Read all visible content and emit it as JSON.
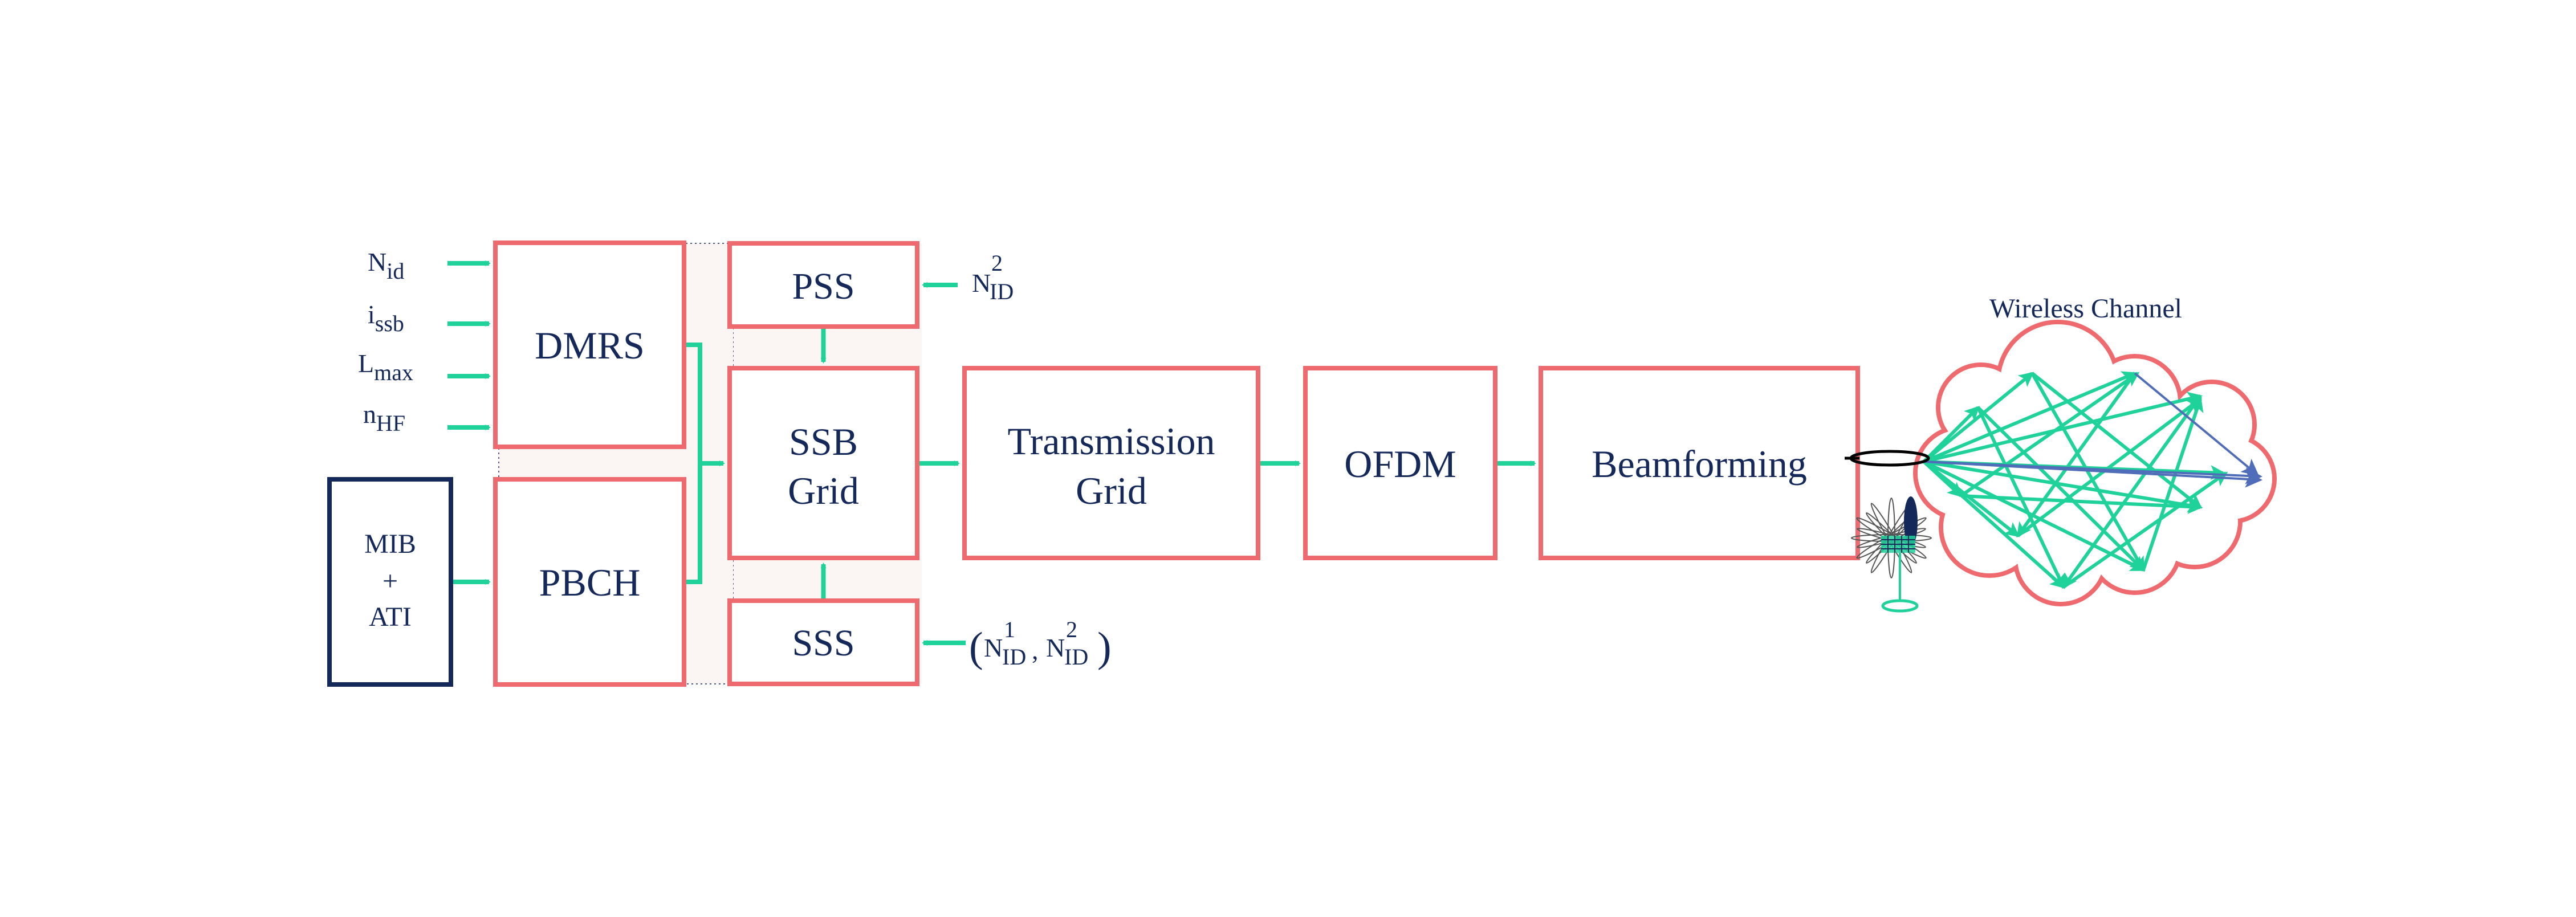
{
  "colors": {
    "block_border": "#ee6a6e",
    "input_border": "#14285a",
    "arrow": "#1fd29a",
    "text": "#14285a",
    "shade": "#fbf5f3",
    "cloud_arrow_blue": "#4f6db8",
    "antenna_dark": "#14285a",
    "antenna_green": "#1fd29a"
  },
  "blocks": {
    "dmrs": "DMRS",
    "pbch": "PBCH",
    "pss": "PSS",
    "ssb_grid_line1": "SSB",
    "ssb_grid_line2": "Grid",
    "sss": "SSS",
    "transmission_grid_line1": "Transmission",
    "transmission_grid_line2": "Grid",
    "ofdm": "OFDM",
    "beamforming": "Beamforming"
  },
  "mib_block": {
    "line1": "MIB",
    "line2": "+",
    "line3": "ATI"
  },
  "inputs": {
    "n_id": {
      "base": "N",
      "sub": "id"
    },
    "i_ssb": {
      "base": "i",
      "sub": "ssb"
    },
    "l_max": {
      "base": "L",
      "sub": "max"
    },
    "n_hf": {
      "base": "n",
      "sub": "HF"
    },
    "pss_in": {
      "base": "N",
      "sub": "ID",
      "sup": "2"
    },
    "sss_in": {
      "open": "(",
      "base1": "N",
      "sub1": "ID",
      "sup1": "1",
      "comma": ",",
      "base2": "N",
      "sub2": "ID",
      "sup2": "2",
      "close": ")"
    }
  },
  "channel": {
    "title": "Wireless Channel"
  }
}
